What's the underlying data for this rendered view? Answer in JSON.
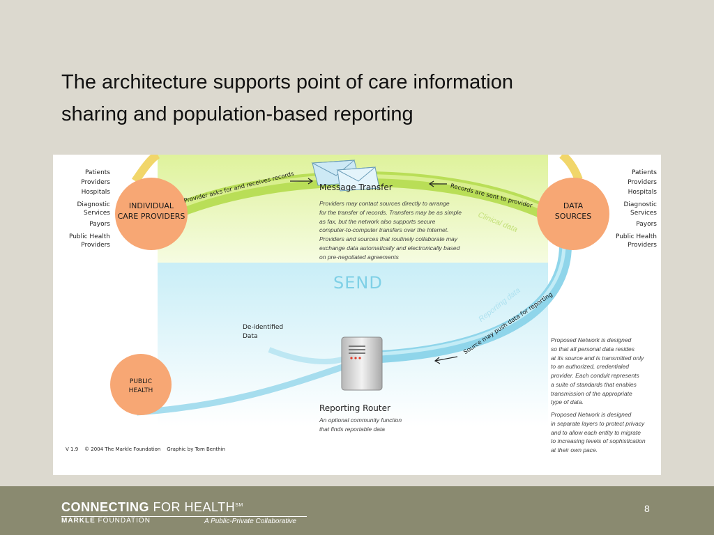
{
  "slide": {
    "title_line1": "The architecture supports point of care information",
    "title_line2": "sharing and population-based reporting",
    "page_number": "8"
  },
  "diagram": {
    "left_list": [
      "Patients",
      "Providers",
      "Hospitals",
      "Diagnostic",
      "Services",
      "Payors",
      "Public Health",
      "Providers"
    ],
    "right_list": [
      "Patients",
      "Providers",
      "Hospitals",
      "Diagnostic",
      "Services",
      "Payors",
      "Public Health",
      "Providers"
    ],
    "individual_care_providers": [
      "INDIVIDUAL",
      "CARE PROVIDERS"
    ],
    "data_sources": [
      "DATA",
      "SOURCES"
    ],
    "public_health": [
      "PUBLIC",
      "HEALTH"
    ],
    "provider_asks": "Provider asks for and receives records",
    "records_sent": "Records are sent to provider",
    "message_transfer_title": "Message Transfer",
    "message_transfer_desc": [
      "Providers may contact sources directly to arrange",
      "for the transfer of records. Transfers may be as simple",
      "as fax, but the network also supports secure",
      "computer-to-computer transfers over the Internet.",
      "Providers and sources that routinely collaborate may",
      "exchange data automatically and electronically based",
      "on pre-negotiated agreements"
    ],
    "clinical_data": "Clinical data",
    "send_label": "SEND",
    "reporting_data": "Reporting data",
    "source_push": "Source may push data for reporting",
    "deidentified": [
      "De-identified",
      "Data"
    ],
    "reporting_router_title": "Reporting Router",
    "reporting_router_desc": [
      "An optional community function",
      "that finds reportable data"
    ],
    "network_note_1": [
      "Proposed Network is designed",
      "so that all personal data resides",
      "at its source and is transmitted only",
      "to an authorized, credentialed",
      "provider. Each conduit represents",
      "a suite of standards that enables",
      "transmission of the appropriate",
      "type of data."
    ],
    "network_note_2": [
      "Proposed Network is designed",
      "in separate layers to protect privacy",
      "and to allow each entity to migrate",
      "to increasing levels of sophistication",
      "at their own pace."
    ],
    "version_credit": "V 1.9    © 2004 The Markle Foundation    Graphic by Tom Benthin"
  },
  "footer": {
    "brand_bold": "CONNECTING",
    "brand_rest": " FOR HEALTH",
    "brand_sm": "SM",
    "sub_bold": "MARKLE",
    "sub_rest": " FOUNDATION",
    "tagline": "A Public-Private Collaborative"
  },
  "colors": {
    "node_orange": "#f7a774",
    "pipe_green": "#b6dc52",
    "pipe_blue": "#8fd5ea",
    "footer_bg": "#8a8a70"
  }
}
